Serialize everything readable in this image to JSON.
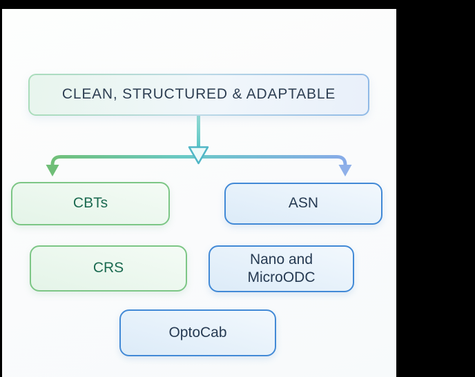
{
  "diagram": {
    "title_node": {
      "label": "CLEAN, STRUCTURED & ADAPTABLE"
    },
    "nodes": [
      {
        "id": "cbts",
        "label": "CBTs",
        "branch": "green"
      },
      {
        "id": "asn",
        "label": "ASN",
        "branch": "blue"
      },
      {
        "id": "crs",
        "label": "CRS",
        "branch": "green"
      },
      {
        "id": "nano",
        "label": "Nano and MicroODC",
        "branch": "blue"
      },
      {
        "id": "optocab",
        "label": "OptoCab",
        "branch": "blue"
      }
    ],
    "colors": {
      "frame": "#000000",
      "green_border": "#7cc685",
      "green_text": "#1b6a50",
      "blue_border": "#4189d6",
      "blue_text": "#263a52",
      "title_text": "#2d3e52",
      "teal_arrow": "#5cc5c5",
      "green_arrow": "#6fbe77",
      "blue_arrow": "#8fb0e9"
    }
  }
}
